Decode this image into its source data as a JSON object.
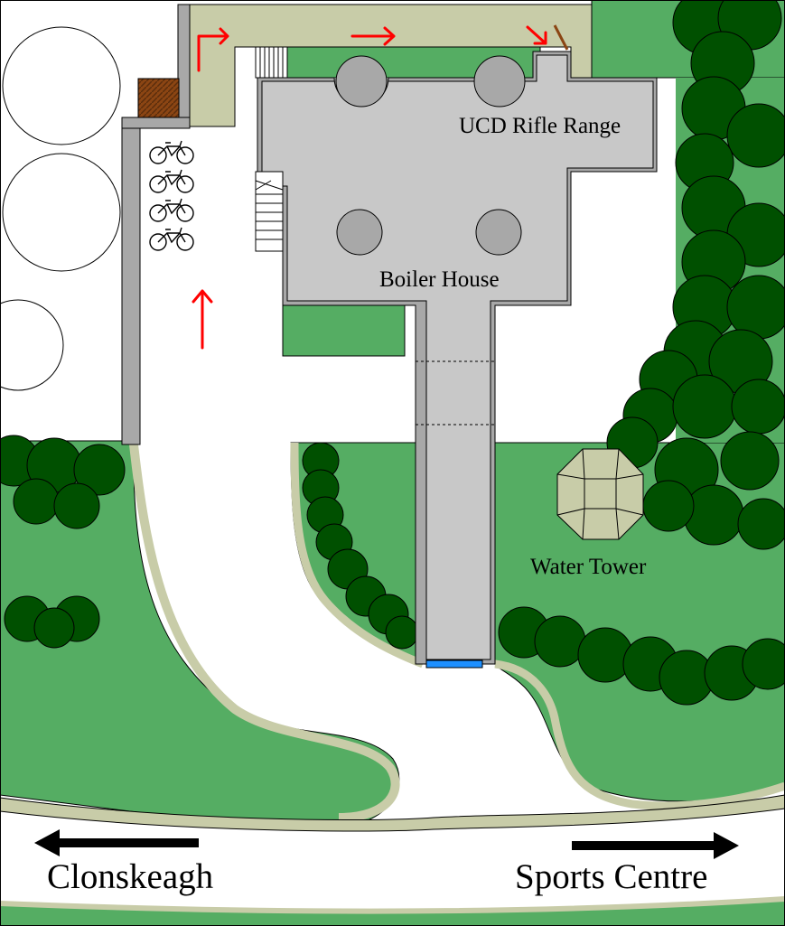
{
  "labels": {
    "rifle_range": "UCD Rifle Range",
    "boiler_house": "Boiler House",
    "water_tower": "Water Tower",
    "clonskeagh": "Clonskeagh",
    "sports_centre": "Sports Centre"
  },
  "colors": {
    "grass": "#55ad63",
    "trees": "#005000",
    "building": "#c8c8c8",
    "wall": "#a8a8a8",
    "path": "#c8cca8",
    "route_arrow": "#ff0000",
    "direction_arrow": "#000000",
    "water": "#1e90ff",
    "door": "#8b4513"
  }
}
